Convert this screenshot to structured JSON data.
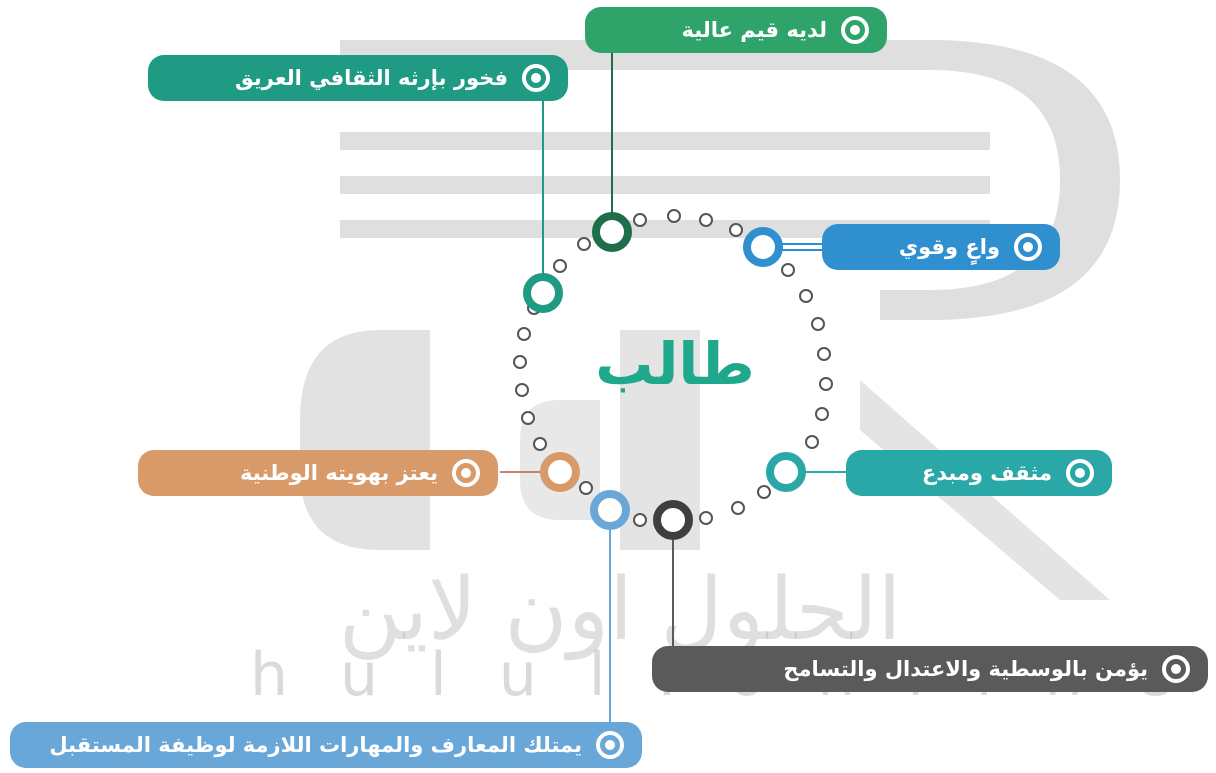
{
  "center": {
    "word": "طالب"
  },
  "watermark": {
    "arabic": "الحلول اون لاين",
    "latin": "hulul.online"
  },
  "attributes": [
    {
      "id": "values",
      "label": "لديه قيم عالية",
      "color": "#2ea36a"
    },
    {
      "id": "heritage",
      "label": "فخور بإرثه الثقافي العريق",
      "color": "#1f9a83"
    },
    {
      "id": "aware",
      "label": "واعٍ وقوي",
      "color": "#2f8fcf"
    },
    {
      "id": "identity",
      "label": "يعتز بهويته الوطنية",
      "color": "#d99a6a"
    },
    {
      "id": "cultured",
      "label": "مثقف ومبدع",
      "color": "#2aa7a7"
    },
    {
      "id": "moderate",
      "label": "يؤمن بالوسطية والاعتدال والتسامح",
      "color": "#5a5a5a"
    },
    {
      "id": "skills",
      "label": "يمتلك المعارف والمهارات اللازمة لوظيفة المستقبل",
      "color": "#6aa7d9"
    }
  ]
}
